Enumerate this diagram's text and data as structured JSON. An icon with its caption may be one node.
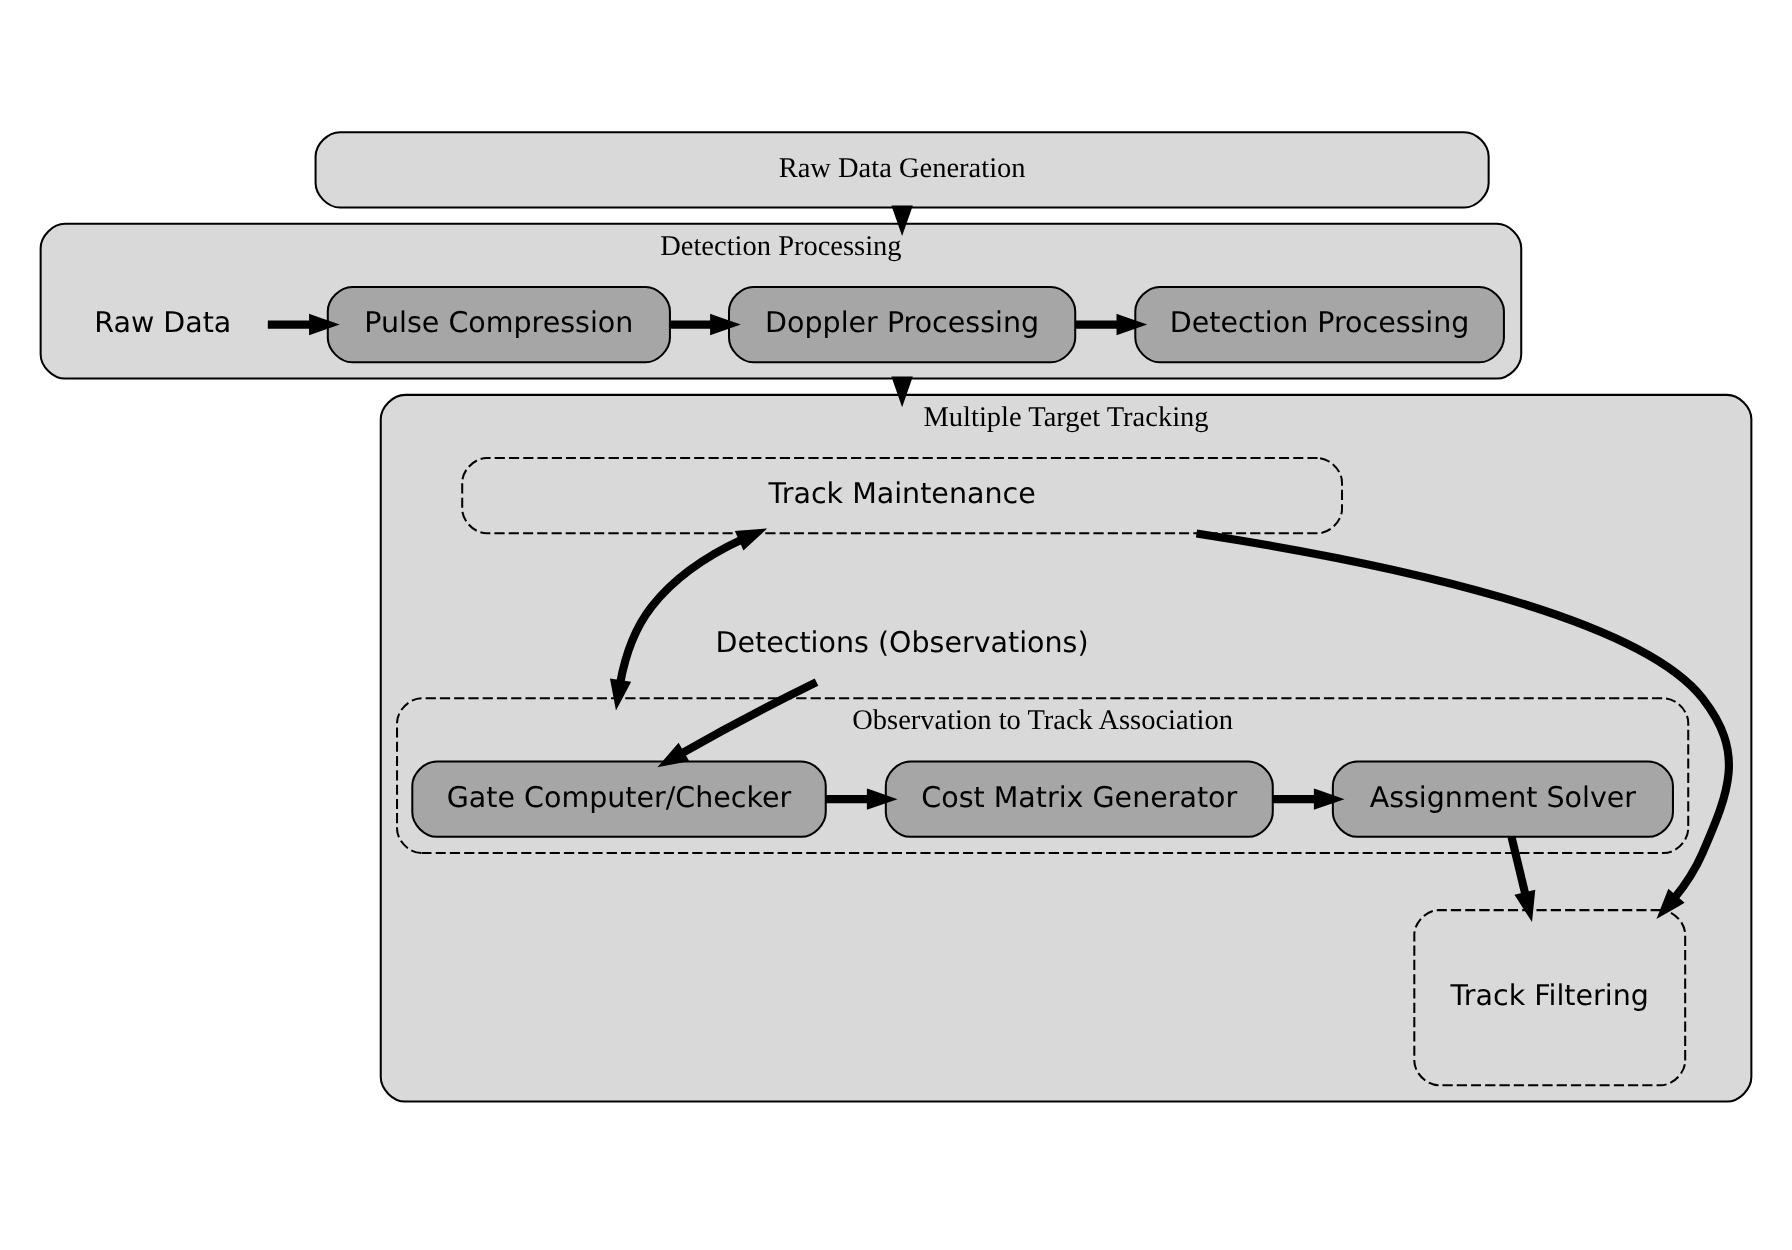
{
  "diagram": {
    "nodes": [
      {
        "text": [
          "Raw Data Generation"
        ]
      },
      {
        "text": [
          "Detection Processing"
        ]
      },
      {
        "text": [
          "Raw Data"
        ],
        "in": 1
      },
      {
        "text": [
          "Pulse Compression"
        ],
        "in": 1
      },
      {
        "text": [
          "Doppler Processing"
        ],
        "in": 1
      },
      {
        "text": [
          "Detection Processing"
        ],
        "in": 1
      },
      {
        "text": [
          "Multiple Target Tracking"
        ]
      },
      {
        "text": [
          "Track Maintenance"
        ],
        "in": 6
      },
      {
        "text": [
          "Observation to Track Association"
        ],
        "in": 6
      },
      {
        "text": [
          "Detections (Observations)"
        ],
        "in": 6
      },
      {
        "text": [
          "Gate Computer/Checker"
        ],
        "in": 8
      },
      {
        "text": [
          "Cost Matrix Generator"
        ],
        "in": 8
      },
      {
        "text": [
          "Assignment Solver"
        ],
        "in": 8
      },
      {
        "text": [
          "Track Filtering"
        ],
        "in": 6
      }
    ],
    "edges": [
      {
        "from": 0,
        "to": 1,
        "arrow": "to"
      },
      {
        "from": 2,
        "to": 3,
        "arrow": "to"
      },
      {
        "from": 3,
        "to": 4,
        "arrow": "to"
      },
      {
        "from": 4,
        "to": 5,
        "arrow": "to"
      },
      {
        "from": 1,
        "to": 6,
        "arrow": "to"
      },
      {
        "from": 7,
        "to": 8,
        "arrow": "both"
      },
      {
        "from": 7,
        "to": 13,
        "arrow": "to"
      },
      {
        "from": 9,
        "to": 10,
        "arrow": "to"
      },
      {
        "from": 10,
        "to": 11,
        "arrow": "to"
      },
      {
        "from": 11,
        "to": 12,
        "arrow": "to"
      },
      {
        "from": 12,
        "to": 13,
        "arrow": "to"
      }
    ]
  }
}
